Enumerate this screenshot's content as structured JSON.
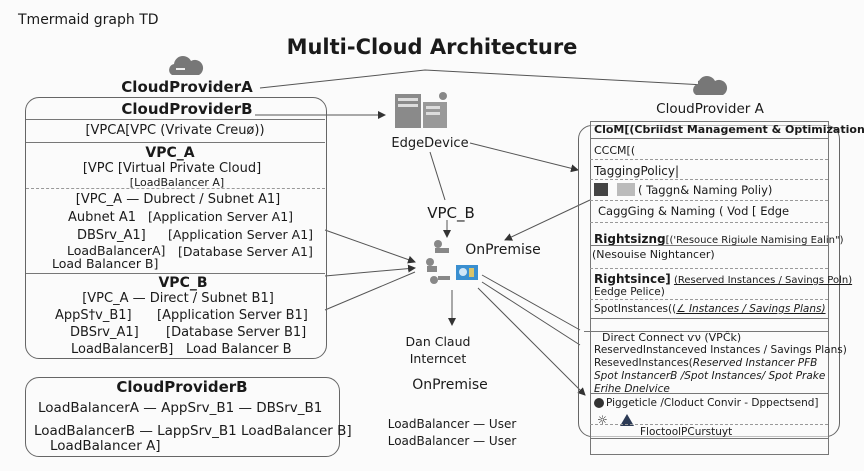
{
  "header": {
    "code_label": "Tmermaid graph  TD",
    "title": "Multi-Cloud Architecture"
  },
  "left_group": {
    "provider_a": "CloudProviderA",
    "provider_b": "CloudProviderB",
    "vpc_line": "[VPCA[VPC (Vrivate Creuø))",
    "vpc_a": {
      "title": "VPC_A",
      "rows": [
        "[VPC [Virtual Private Cloud]",
        "[LoadBalancer A]",
        "[VPC_A — Dubrect / Subnet A1]",
        "Aubnet A1",
        "[Application Server A1]",
        "DBSrv_A1]",
        "[Application Server A1]",
        "LoadBalancerA]",
        "[Database Server A1]",
        "Load Balancer B]"
      ]
    },
    "vpc_b": {
      "title": "VPC_B",
      "rows": [
        "[VPC_A — Direct / Subnet B1]",
        "AppS†v_B1]",
        "[Application Server B1]",
        "DBSrv_A1]",
        "[Database Server B1]",
        "LoadBalancerB]",
        "Load Balancer B"
      ]
    }
  },
  "bottom_group": {
    "title": "CloudProviderB",
    "rows": [
      "LoadBalancerA — AppSrv_B1 — DBSrv_B1",
      "LoadBalancerB — LappSrv_B1  LoadBalancer B]",
      "LoadBalancer A]"
    ]
  },
  "center": {
    "edge_device": "EdgeDevice",
    "vpc_b": "VPC_B",
    "on_premise_1": "OnPremise",
    "dan_claud": "Dan Claud",
    "internet": "Interncet",
    "on_premise_2": "OnPremise",
    "lb_user_1": "LoadBalancer — User",
    "lb_user_2": "LoadBalancer — User"
  },
  "right_group": {
    "provider": "CloudProvider A",
    "header": "CloM[(Cbriidst Management & Optimization",
    "rows": {
      "cccm": "CCCM[(",
      "tagging": "TaggingPolicy|",
      "tagging_detail": "( Taggn& Naming Poliy)",
      "cagg": "CaggGing & Naming ( Vod [ Edge",
      "rightsizing_bold": "Rightsizng",
      "rightsizing_rest": "[('Resouce Rigiωle Namising Ealin\")",
      "nesouse": "(Nesouise Nightancer)",
      "rightsince_bold": "Rightsince]",
      "rightsince_rest": "(Reserved Instances / Savings Poln)",
      "edge_pelice": "Eedge Pelice)",
      "spot": "SpotInstances((",
      "spot_it": "∠ Instances / Savings Plans)",
      "direct_connect": "Direct Connect ѵν (VPĈk)",
      "reserved_1": "ReservedInstanceved Instances / Savings Plans)",
      "reserved_2a": "ResevedInstances(",
      "reserved_2b": "Reserved Instancer PFB",
      "spot_instancer": "Spot InstancerB  /Spot Instances/ Spot Prake",
      "enhe": "Erihe Dnelvice",
      "piggetticle": "Piggeticle /Cloduct Convir - Dppectsend]",
      "floctool": "FloctoolPCurstuyt"
    }
  },
  "colors": {
    "line": "#555555",
    "icon_gray": "#8a8a8a",
    "accent_blue": "#3a8fd0"
  }
}
